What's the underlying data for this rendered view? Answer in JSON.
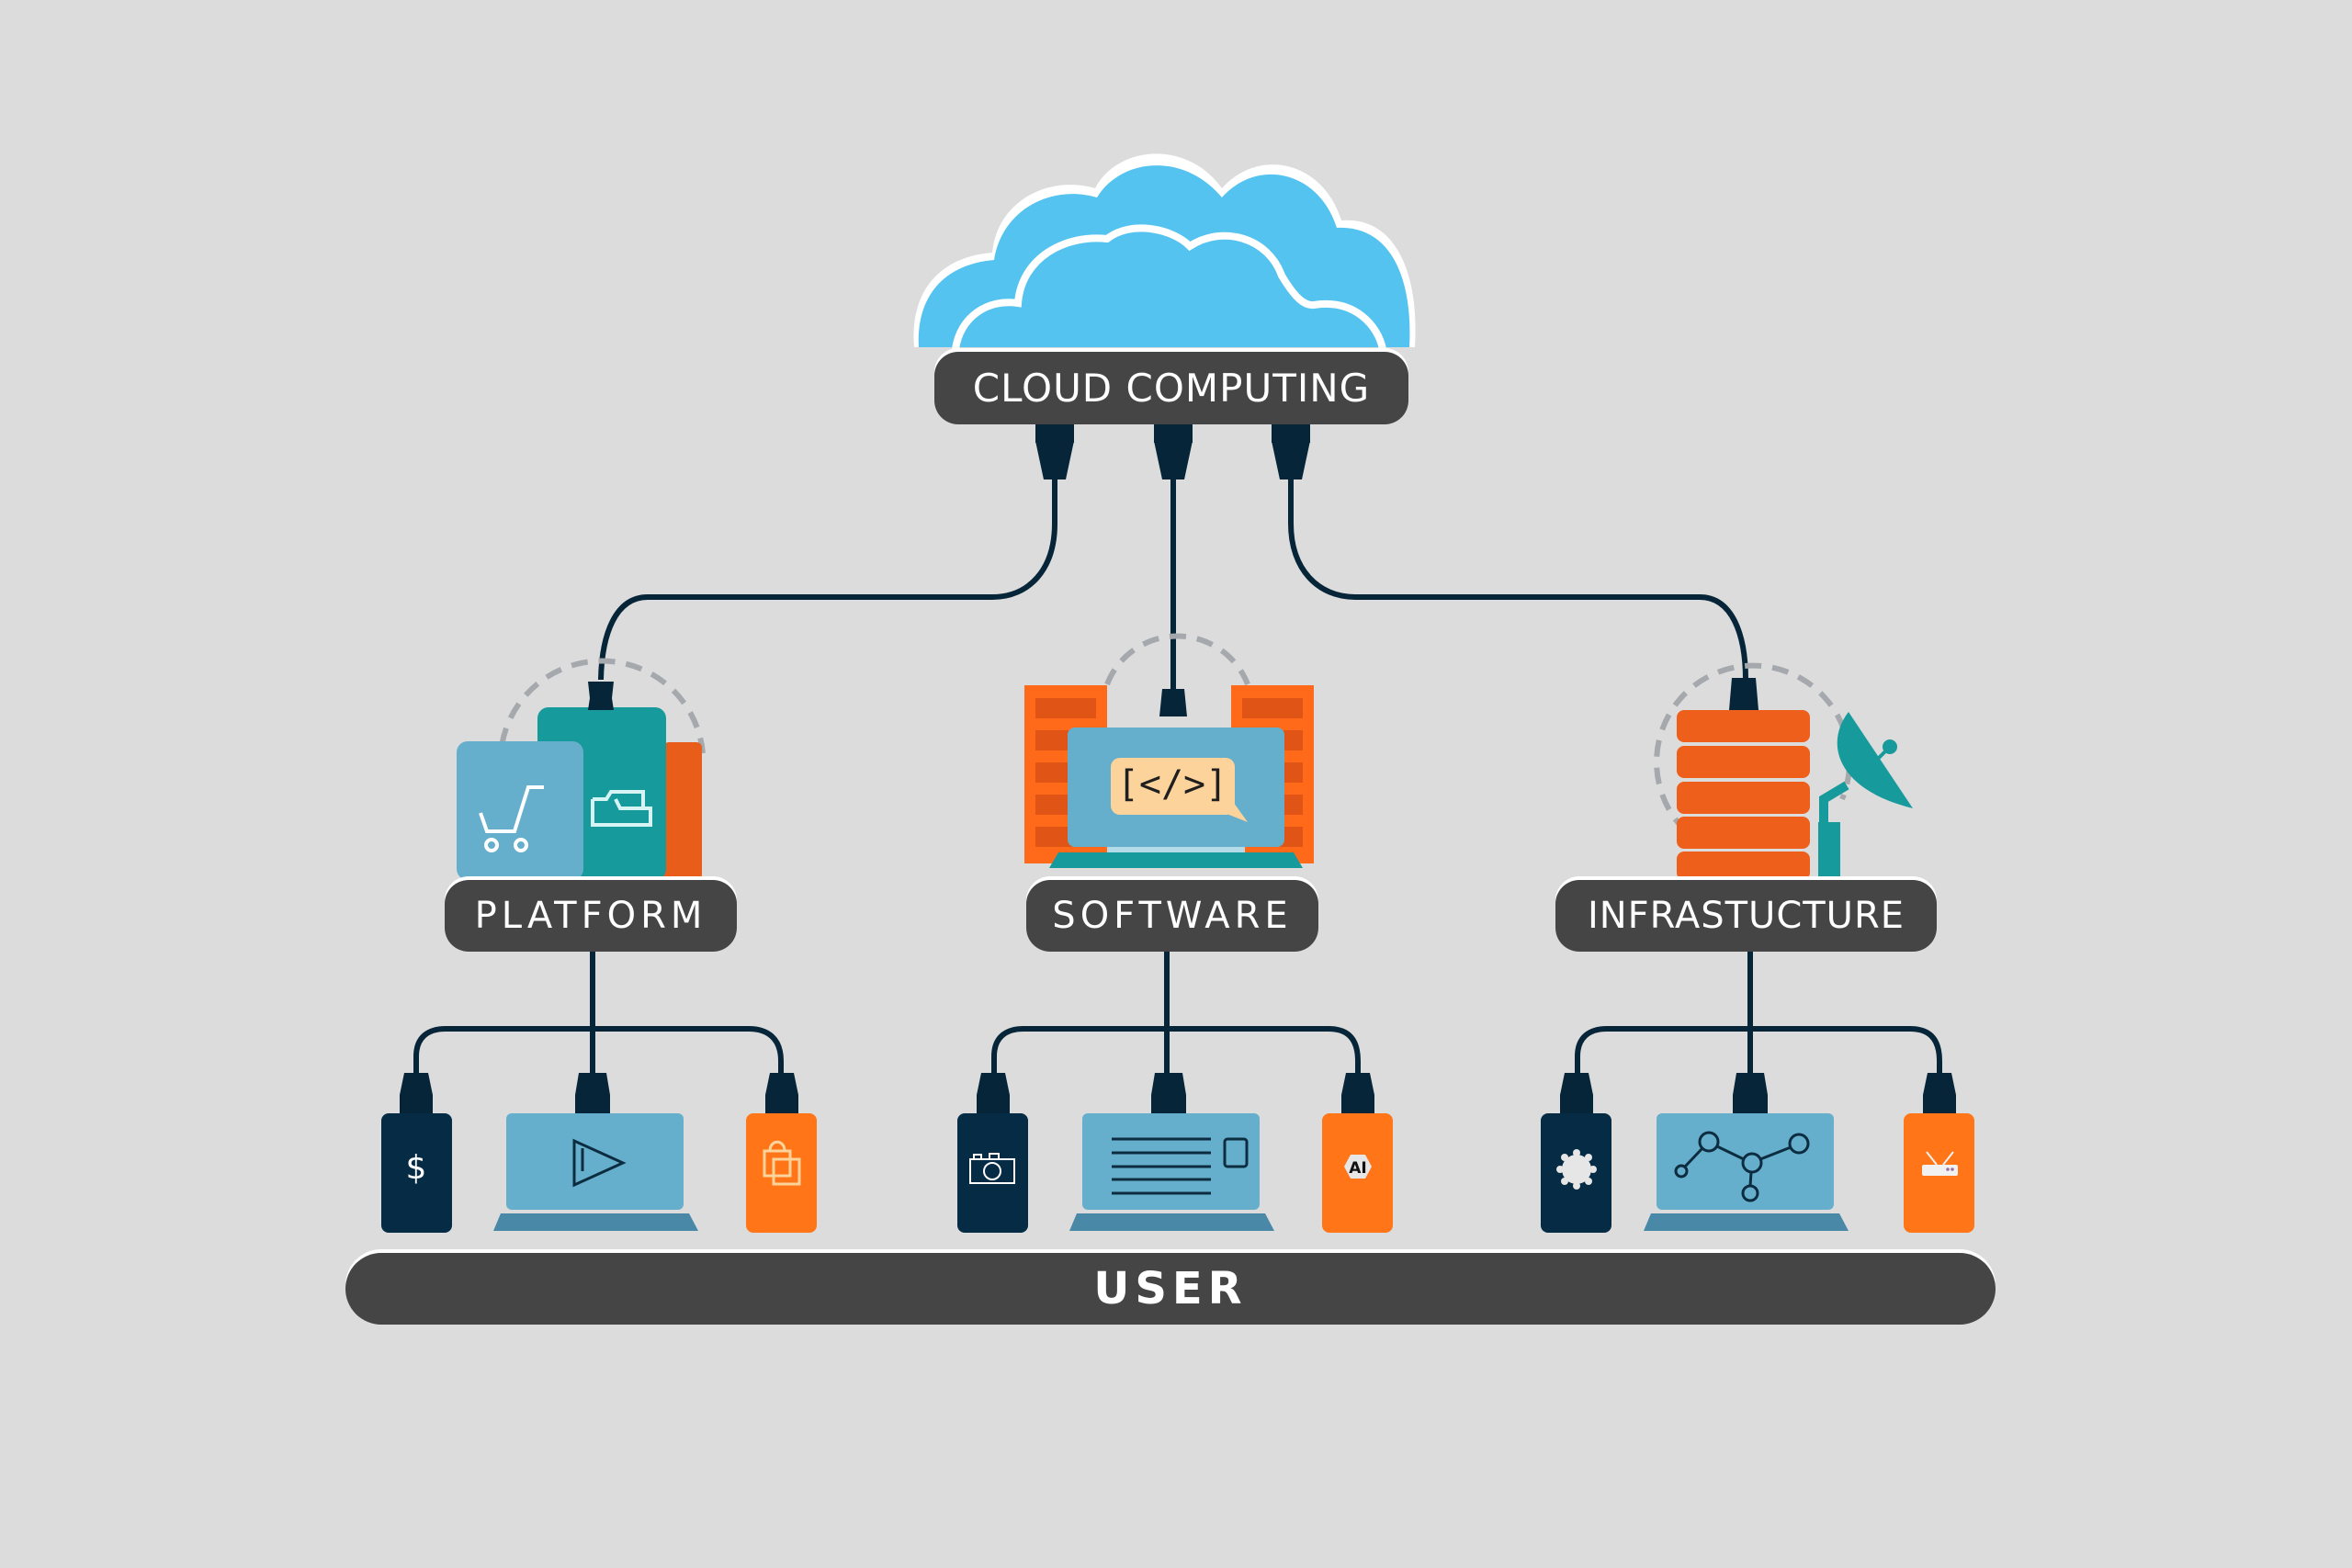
{
  "diagram": {
    "title": "CLOUD COMPUTING",
    "colors": {
      "background": "#dcdcdc",
      "cloud": "#55c3ef",
      "label_bg": "#454545",
      "cable": "#062538",
      "teal": "#179a9b",
      "light_blue": "#66afcc",
      "orange": "#ff7517",
      "dark_orange": "#e95d1a",
      "navy": "#062b45"
    },
    "services": [
      {
        "label": "PLATFORM",
        "icons": [
          "shopping-cart-icon",
          "folder-icon"
        ],
        "devices": [
          {
            "type": "phone",
            "icon": "dollar-icon",
            "glyph": "$"
          },
          {
            "type": "laptop",
            "icon": "play-icon"
          },
          {
            "type": "phone",
            "icon": "shopping-bag-icon"
          }
        ]
      },
      {
        "label": "SOFTWARE",
        "icons": [
          "code-icon"
        ],
        "code_glyph": "[</>]",
        "devices": [
          {
            "type": "phone",
            "icon": "camera-icon"
          },
          {
            "type": "laptop",
            "icon": "document-icon"
          },
          {
            "type": "phone",
            "icon": "ai-icon",
            "glyph": "AI"
          }
        ]
      },
      {
        "label": "INFRASTUCTURE",
        "icons": [
          "server-stack-icon",
          "satellite-dish-icon"
        ],
        "devices": [
          {
            "type": "phone",
            "icon": "gear-icon"
          },
          {
            "type": "laptop",
            "icon": "network-graph-icon"
          },
          {
            "type": "phone",
            "icon": "router-icon"
          }
        ]
      }
    ],
    "user_label": "USER"
  }
}
